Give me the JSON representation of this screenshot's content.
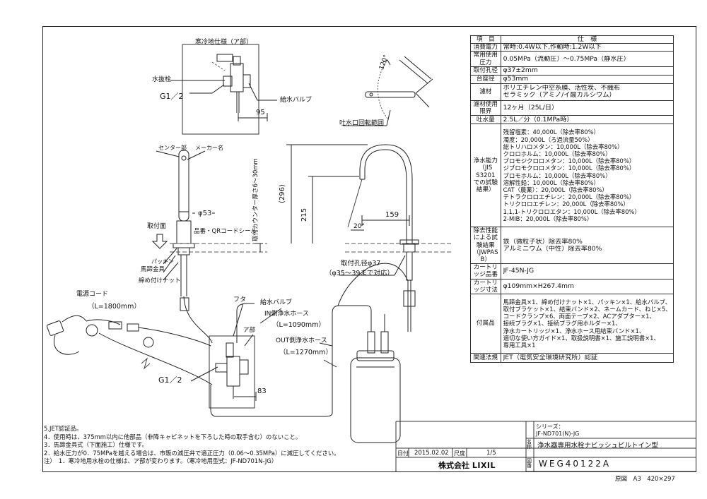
{
  "labels": {
    "cold_spec": "寒冷地仕様（ア部）",
    "drain_plug": "水抜栓",
    "g12_top": "G1／2",
    "dim_95": "95",
    "supply_valve_top": "給水バルブ",
    "angle_120": "120°",
    "spout_range": "吐水口回転範囲",
    "center_mark": "センター部",
    "maker_name": "メーカー名",
    "counter_thickness": "取付カウンター厚さ6～30mm",
    "dim_53": "φ53",
    "mount_surface": "取付面",
    "qr_label": "品番・QRコードシール",
    "packing": "パッキン",
    "stirrup": "馬蹄金具",
    "lock_nut": "締め付けナット",
    "dim_296": "(296)",
    "dim_215": "215",
    "dim_159": "159",
    "angle_20": "20°",
    "hole_dia": "取付孔径φ37",
    "hole_range": "（φ35～39まで対応）",
    "power_cord": "電源コード",
    "cord_length": "（L=1800mm）",
    "lid": "フタ",
    "supply_valve_bottom": "給水バルブ",
    "in_hose": "IN側浄水ホース",
    "in_length": "（L=1090mm）",
    "a_part": "ア部",
    "out_hose": "OUT側浄水ホース",
    "out_length": "（L=1270mm）",
    "g12_bottom": "G1／2",
    "dim_83": "83"
  },
  "spec": {
    "header": {
      "key": "項　目",
      "value": "仕　様"
    },
    "rows": [
      {
        "key": "消費電力",
        "lines": [
          "常時:0.4W以下,作動時:1.2W以下"
        ]
      },
      {
        "key": "常用使用圧力",
        "lines": [
          "0.05MPa（流動圧）～0.75MPa（静水圧）"
        ]
      },
      {
        "key": "取付孔径",
        "lines": [
          "φ37±2mm"
        ]
      },
      {
        "key": "台座径",
        "lines": [
          "φ53mm"
        ]
      },
      {
        "key": "濾材",
        "lines": [
          "ポリエチレン中空糸膜、活性炭、不織布",
          "セラミック（アミノ/イ酸カルシウム）"
        ]
      },
      {
        "key": "濾材使用限界",
        "lines": [
          "12ヶ月（25L/日）"
        ]
      },
      {
        "key": "吐水量",
        "lines": [
          "2.5L／分（0.1MPa時）"
        ]
      },
      {
        "key": "浄水能力\n（JIS S3201\nでの試験結果）",
        "lines": [
          "残留塩素：40,000L（除去率80%）",
          "濁度：20,000L（ろ過流量50%）",
          "総トリハロメタン：10,000L（除去率80%）",
          "クロロホルム：10,000L（除去率80%）",
          "ブロモジクロロメタン：10,000L（除去率80%）",
          "ジブロモクロロメタン：10,000L（除去率80%）",
          "ブロモホルム：10,000L（除去率80%）",
          "溶解性鉛：10,000L（除去率80%）",
          "CAT（農薬）：20,000L（除去率80%）",
          "テトラクロロエチレン：20,000L（除去率80%）",
          "トリクロロエチレン：20,000L（除去率80%）",
          "1,1,1-トリクロロエタン：10,000L（除去率80%）",
          "2-MIB：20,000L（除去率80%）"
        ]
      },
      {
        "key": "除去性能による試験結果\n（JWPAS B）",
        "lines": [
          "鉄（微粒子状）除去率80%",
          "アルミニウム（中性）除去率80%"
        ]
      },
      {
        "key": "カートリッジ品番",
        "lines": [
          "JF-45N-JG"
        ]
      },
      {
        "key": "カートリッジ寸法",
        "lines": [
          "φ109mm×H267.4mm"
        ]
      },
      {
        "key": "付属品",
        "lines": [
          "馬蹄金具×1、締め付けナット×1、パッキン×1、給水バルブ、",
          "取付ブラケット×1、結束バンド×2、ネームカード、ねじ×5、",
          "コードクランプ×6、両面テープ×2、ACアダプター×1、",
          "接続プラグ×1、接続プラグ用ホルダー×1、",
          "浄水カートリッジ×1、浄水ホース用結束バンド×1、",
          "適切な使い方ガイド×1、取扱説明書×1、施工説明書×1、",
          "専用工具×1"
        ]
      },
      {
        "key": "関連法規",
        "lines": [
          "JET（電気安全環境研究所）認証"
        ]
      }
    ]
  },
  "notes": [
    "5.JET認証品。",
    "4．使用時は、375mm以内に他部品（非降キャビネットを下ろした時の取手含む）のないこと。",
    "3．馬蹄金具式（下面施工）仕様です。",
    "2．給水圧力が0．75MPaを越える場合は、市販の減圧弁で適正圧力（0.06～0.35MPa）に減圧してください。",
    "注）　1．寒冷地用水栓の仕様は、ア部が変わります。（寒冷地用型式：JF-ND701N-JG）"
  ],
  "title_block": {
    "series_label": "シリーズ：",
    "model": "JF-ND701(N)-JG",
    "name_label": "名称",
    "product_name": "浄水器専用水栓ナビッシュビルトイン型",
    "date_label": "日付",
    "date": "2015.02.02",
    "scale_label": "尺度",
    "scale": "1/5",
    "company": "株式会社",
    "brand": "LIXIL",
    "number_label": "図番",
    "drawing_number": "WEG40122A",
    "paper": "原図　A3　420×297"
  }
}
